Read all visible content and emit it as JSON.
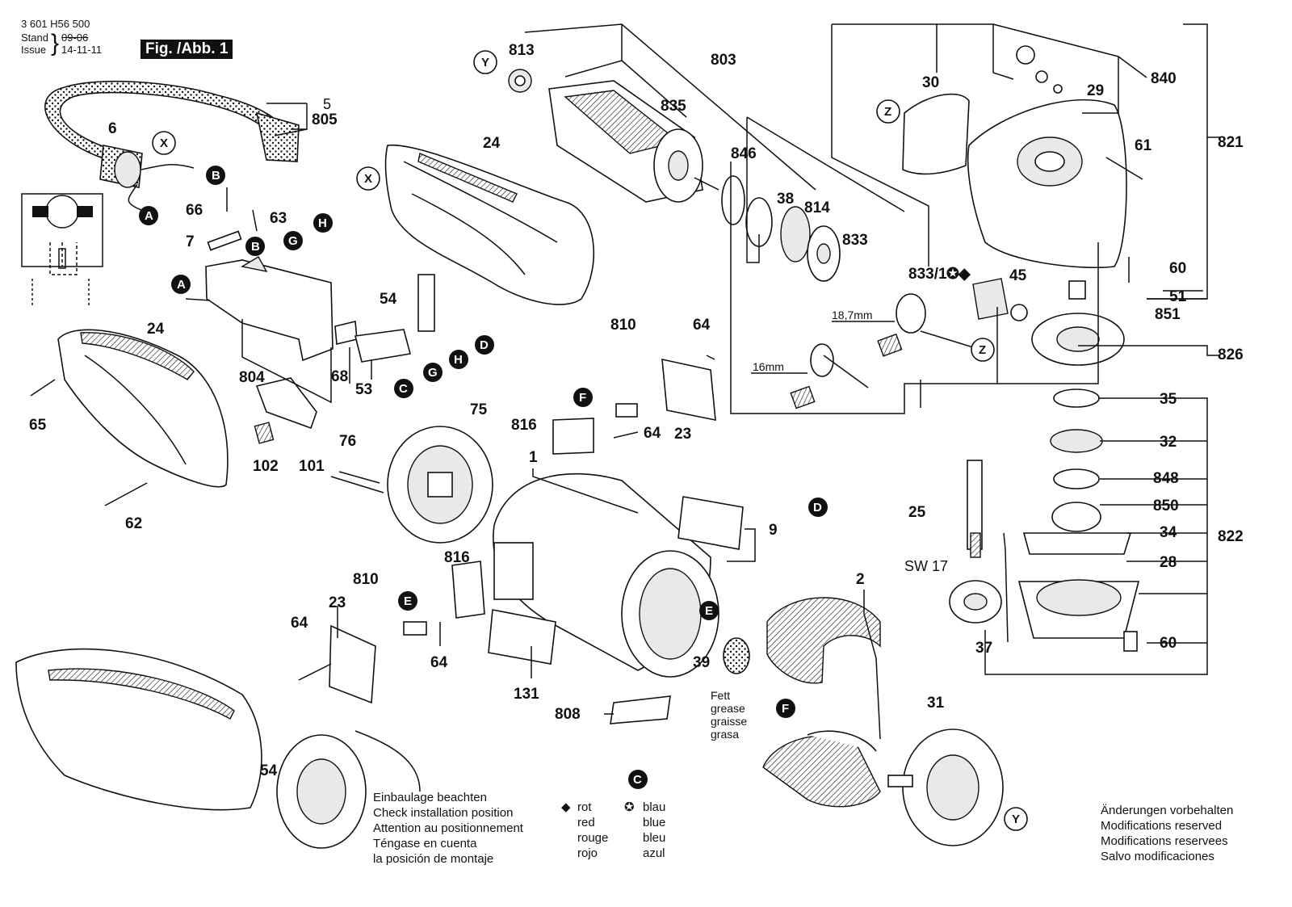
{
  "header": {
    "number": "3 601 H56 500",
    "stand_label": "Stand",
    "issue_label": "Issue",
    "stand_value": "09-06",
    "issue_value": "14-11-11",
    "figure_title": "Fig. /Abb. 1"
  },
  "parts": [
    "813",
    "803",
    "835",
    "846",
    "38",
    "814",
    "833",
    "833/1",
    "30",
    "29",
    "840",
    "821",
    "61",
    "60",
    "51",
    "851",
    "826",
    "35",
    "32",
    "848",
    "850",
    "34",
    "28",
    "822",
    "25",
    "SW 17",
    "37",
    "60",
    "6",
    "5",
    "805",
    "24",
    "66",
    "63",
    "7",
    "54",
    "804",
    "68",
    "53",
    "24",
    "65",
    "102",
    "101",
    "62",
    "810",
    "64",
    "23",
    "816",
    "64",
    "75",
    "76",
    "1",
    "9",
    "2",
    "810",
    "23",
    "816",
    "64",
    "64",
    "39",
    "131",
    "808",
    "31",
    "54",
    "45"
  ],
  "dimensions": {
    "d1": "18,7mm",
    "d2": "16mm"
  },
  "connector_letters": [
    "A",
    "B",
    "C",
    "D",
    "E",
    "F",
    "G",
    "H"
  ],
  "ref_letters": [
    "X",
    "Y",
    "Z"
  ],
  "grease": [
    "Fett",
    "grease",
    "graisse",
    "grasa"
  ],
  "install_note": [
    "Einbaulage beachten",
    "Check installation position",
    "Attention au positionnement",
    "Téngase en cuenta",
    "la posición de montaje"
  ],
  "legend_red": {
    "symbol": "◆",
    "lines": [
      "rot",
      "red",
      "rouge",
      "rojo"
    ]
  },
  "legend_blue": {
    "symbol": "✪",
    "lines": [
      "blau",
      "blue",
      "bleu",
      "azul"
    ]
  },
  "mods_note": [
    "Änderungen vorbehalten",
    "Modifications reserved",
    "Modifications reservees",
    "Salvo modificaciones"
  ]
}
